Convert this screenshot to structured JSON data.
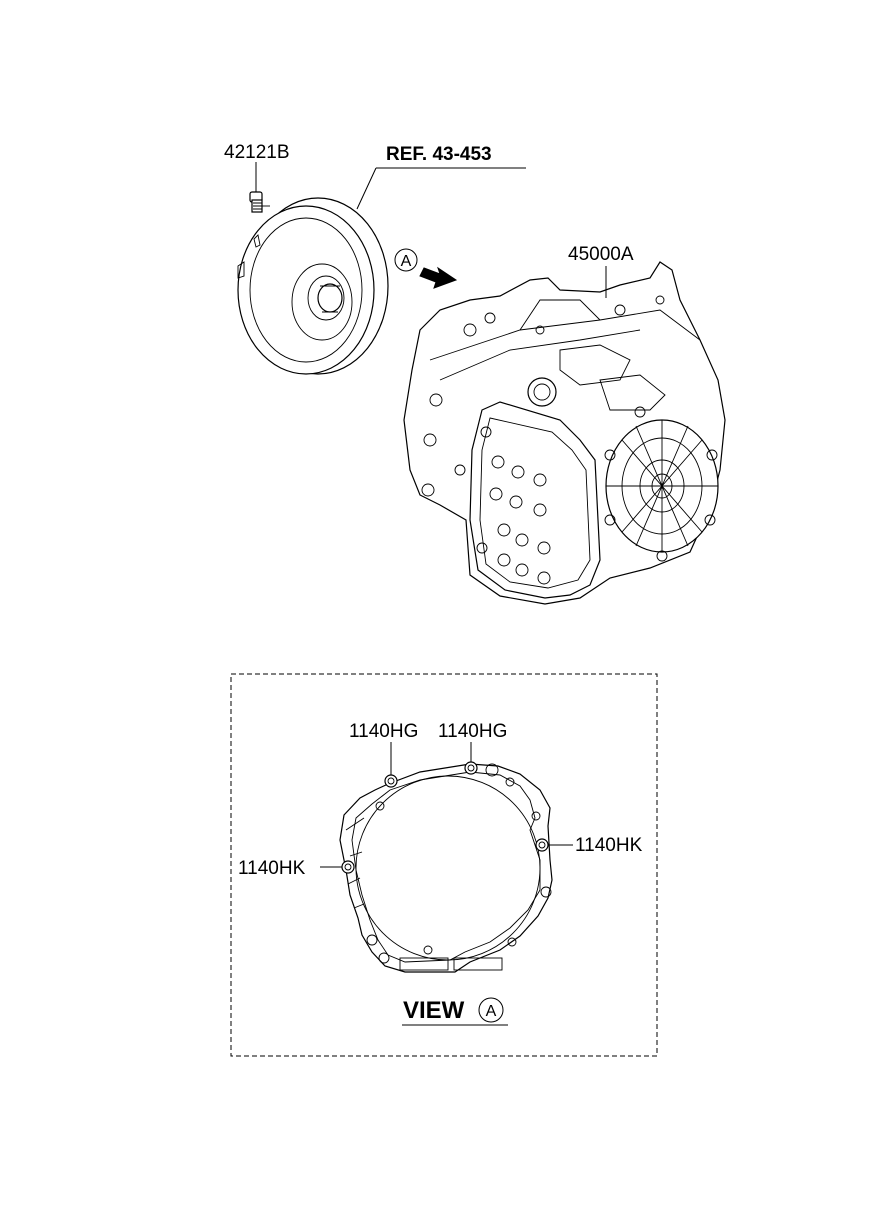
{
  "callouts": {
    "bolt": "42121B",
    "reference": "REF. 43-453",
    "transaxle": "45000A",
    "view_marker": "A",
    "bolt_hg_left": "1140HG",
    "bolt_hg_right": "1140HG",
    "bolt_hk_left": "1140HK",
    "bolt_hk_right": "1140HK"
  },
  "view_box": {
    "title": "VIEW",
    "marker": "A"
  }
}
